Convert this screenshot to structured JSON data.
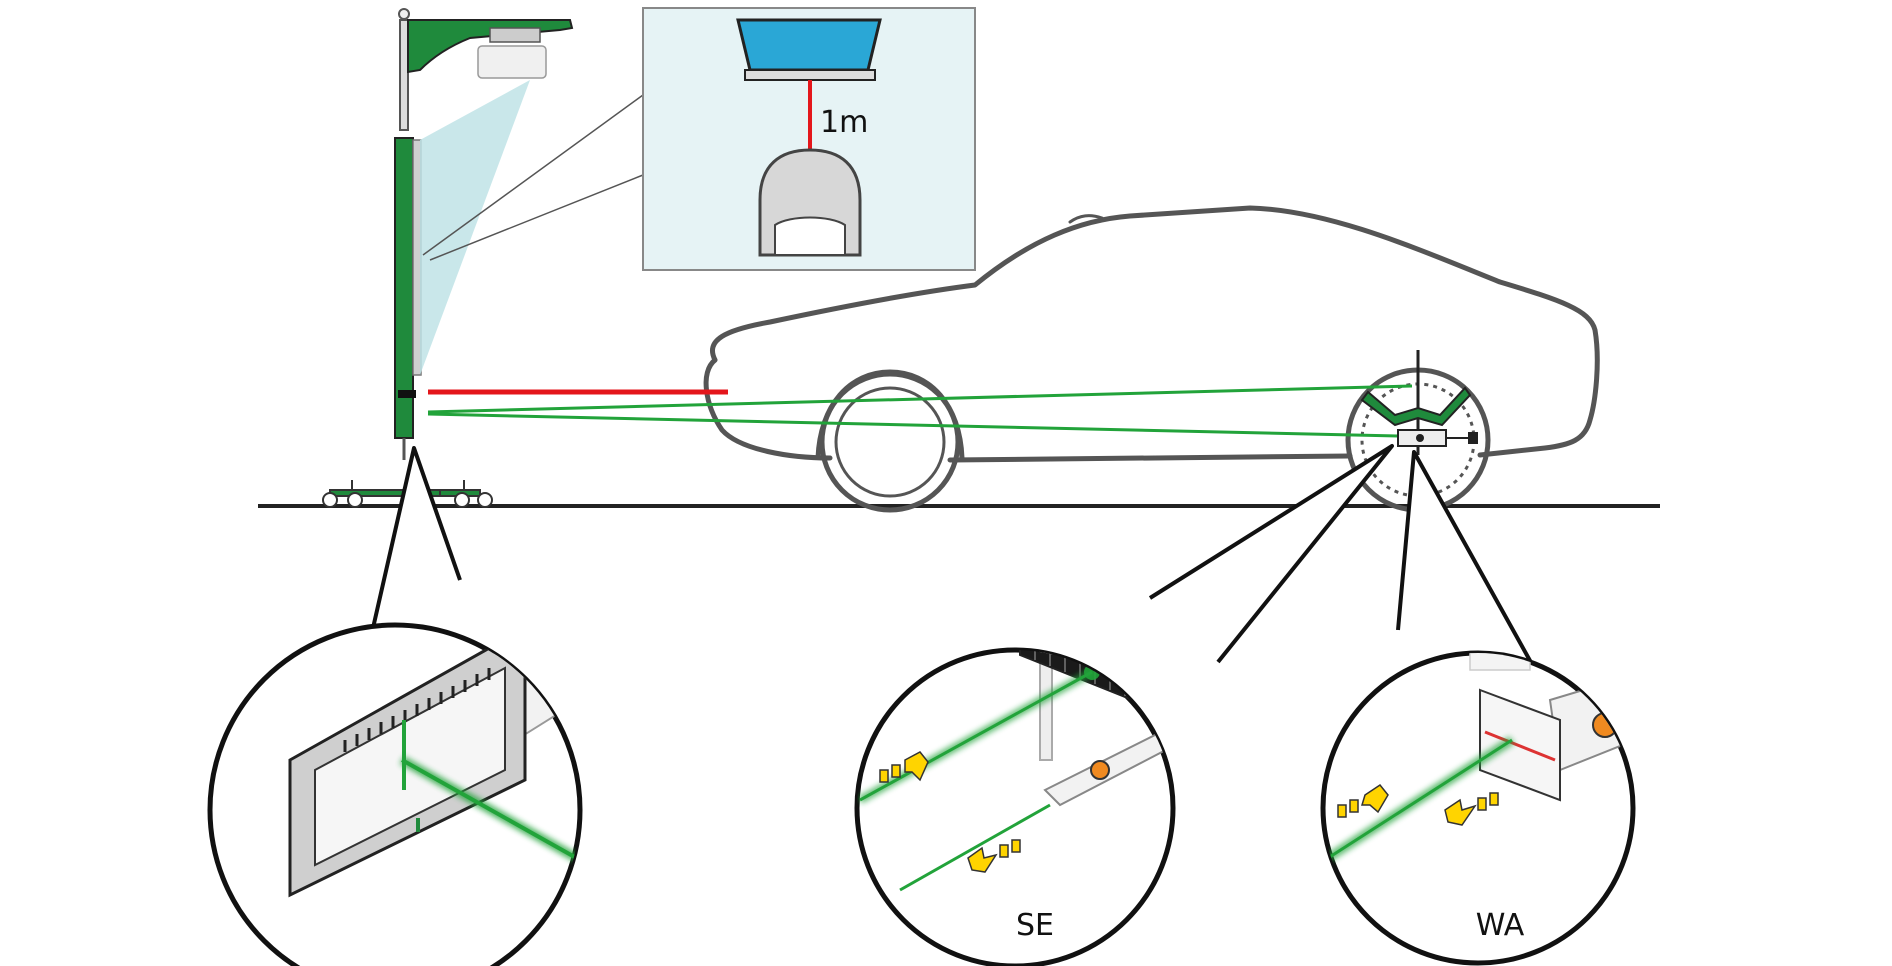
{
  "inset": {
    "distance_label": "1m"
  },
  "details": {
    "left": {
      "label": ""
    },
    "middle": {
      "label": "SE"
    },
    "right": {
      "label": "WA"
    }
  },
  "colors": {
    "stand_green": "#1f8a3c",
    "beam_green": "#22a33a",
    "beam_red": "#e4161b",
    "projection_cyan": "#bfe3e6",
    "inset_bg": "#e6f3f5",
    "screen_blue": "#2aa7d6",
    "arrow_yellow": "#ffd400",
    "outline": "#222222"
  }
}
